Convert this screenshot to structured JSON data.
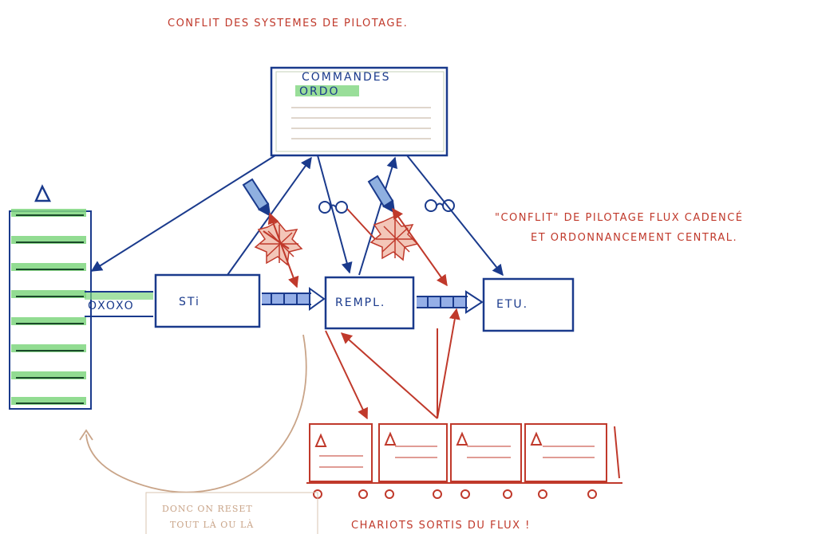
{
  "title": "CONFLIT DES SYSTEMES DE PILOTAGE.",
  "central_box": {
    "line1": "COMMANDES",
    "line2": "ORDO"
  },
  "stations": [
    {
      "label": "STi"
    },
    {
      "label": "REMPL."
    },
    {
      "label": "ETU."
    }
  ],
  "buffer_label": "OXOXO",
  "conflict_note": {
    "line1": "\"CONFLIT\" DE PILOTAGE FLUX CADENCÉ",
    "line2": "ET ORDONNANCEMENT CENTRAL."
  },
  "carts_caption": "CHARIOTS SORTIS DU FLUX !",
  "tan_note": {
    "line1": "DONC ON RESET",
    "line2": "TOUT LÀ OU LÀ"
  },
  "colors": {
    "blue": "#1a3a8c",
    "red": "#c0392b",
    "green_highlight": "#7fd67f",
    "tan": "#c9a488"
  }
}
